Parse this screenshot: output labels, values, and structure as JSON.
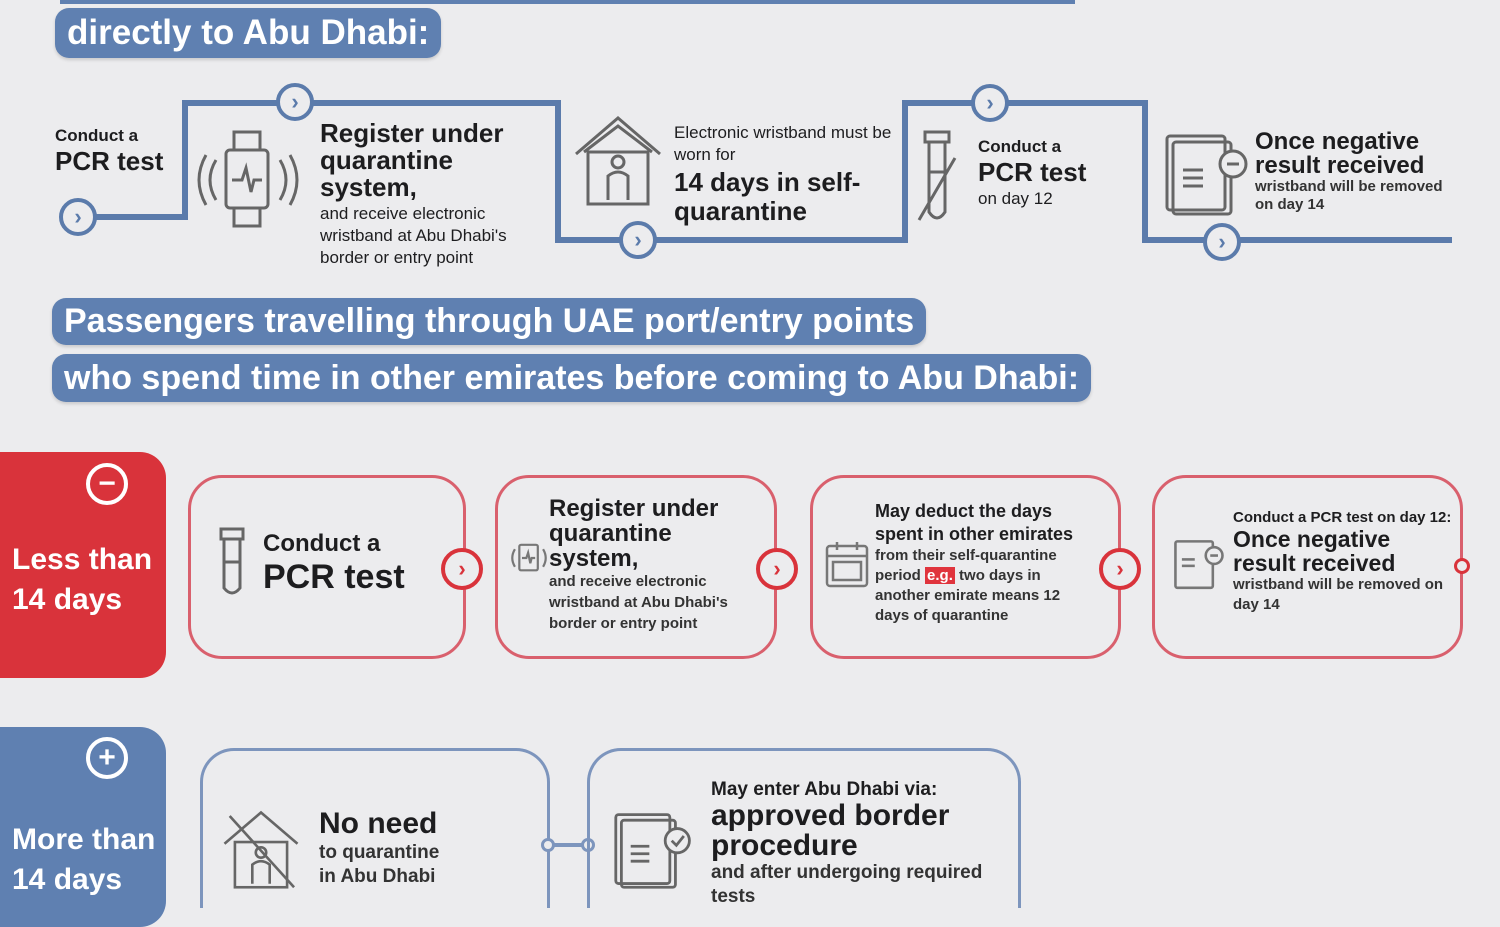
{
  "section1": {
    "heading_tail": "directly to Abu Dhabi:",
    "steps": [
      {
        "small": "Conduct a",
        "big": "PCR test"
      },
      {
        "big": "Register under quarantine system,",
        "rest": "and receive electronic wristband at Abu Dhabi's border or entry point"
      },
      {
        "small": "Electronic wristband must be worn for",
        "big": "14 days in self-quarantine"
      },
      {
        "small": "Conduct a",
        "big": "PCR test",
        "rest": "on day 12"
      },
      {
        "big": "Once negative result received",
        "rest": "wristband will be removed on day 14"
      }
    ]
  },
  "section2": {
    "heading_line1": "Passengers travelling through UAE port/entry points",
    "heading_line2": "who spend time in other emirates before coming to Abu Dhabi:",
    "less": {
      "label": "Less than 14 days",
      "steps": [
        {
          "small": "Conduct a",
          "big": "PCR test"
        },
        {
          "big": "Register under quarantine system,",
          "rest": "and receive electronic wristband at Abu Dhabi's border or entry point"
        },
        {
          "big": "May deduct the days spent in other emirates",
          "rest_a": "from their self-quarantine period",
          "eg": "e.g.",
          "rest_b": "two days in another emirate means 12 days of quarantine"
        },
        {
          "small": "Conduct a PCR test on day 12:",
          "big": "Once negative result received",
          "rest": "wristband will be removed on day 14"
        }
      ]
    },
    "more": {
      "label": "More than 14 days",
      "steps": [
        {
          "big": "No need",
          "rest": "to quarantine in Abu Dhabi"
        },
        {
          "small": "May enter Abu Dhabi via:",
          "big": "approved border procedure",
          "rest": "and after undergoing required tests"
        }
      ]
    }
  },
  "colors": {
    "blue": "#5b7bab",
    "red": "#d9333b",
    "background": "#ececee"
  }
}
